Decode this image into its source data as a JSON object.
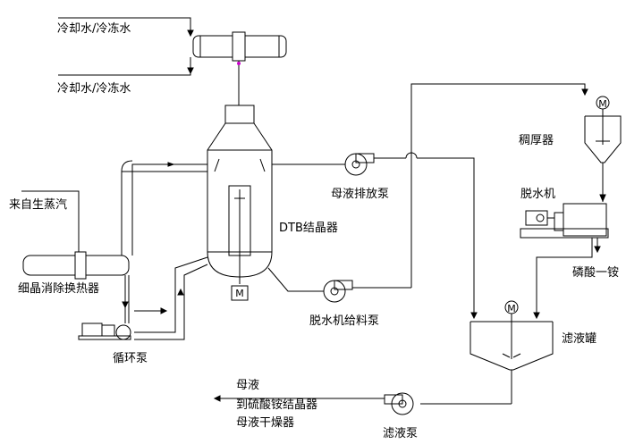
{
  "labels": {
    "cooling_water_in": "冷却水/冷冻水",
    "cooling_water_out": "冷却水/冷冻水",
    "thickener": "稠厚器",
    "dewatering_machine": "脱水机",
    "live_steam": "来自生蒸汽",
    "mother_liquor_discharge_pump": "母液排放泵",
    "dtb_crystallizer": "DTB结晶器",
    "ammonium_phosphate": "磷酸一铵",
    "fine_crystal_heater": "细晶消除换热器",
    "dewatering_feed_pump": "脱水机给料泵",
    "filtrate_tank": "滤液罐",
    "circulation_pump": "循环泵",
    "mother_liquor": "母液",
    "to_ammonium_sulfate": "到硫酸铵结晶器",
    "mother_liquor_dryer": "母液干燥器",
    "filtrate_pump": "滤液泵"
  },
  "motor_symbols": {
    "agitator_motor": "M",
    "crystallizer_motor": "M"
  },
  "colors": {
    "line": "#000000",
    "vent_dot": "#cc00cc"
  }
}
